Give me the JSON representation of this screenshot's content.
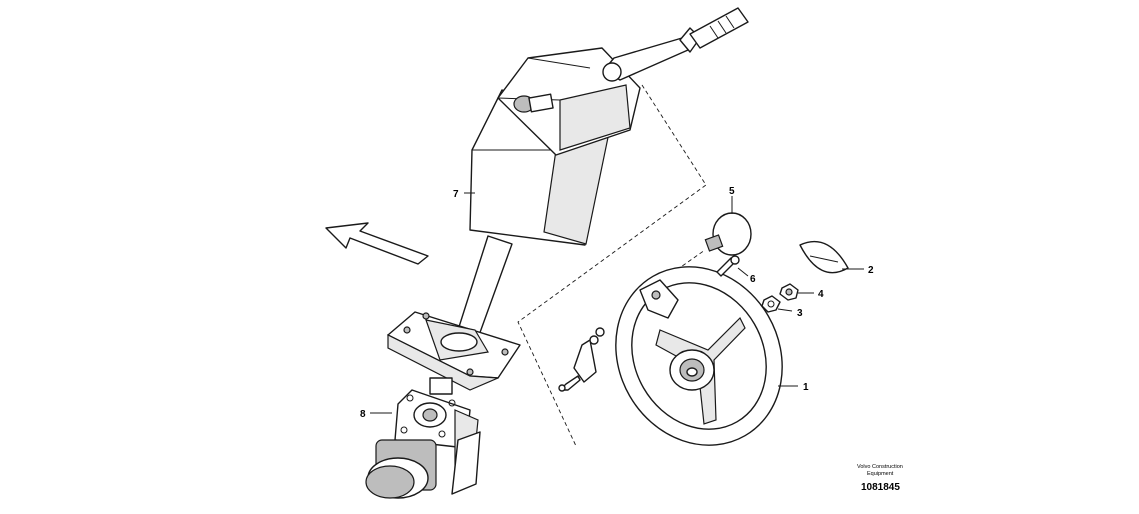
{
  "callouts": {
    "c1": "1",
    "c2": "2",
    "c3": "3",
    "c4": "4",
    "c5": "5",
    "c6": "6",
    "c7": "7",
    "c8": "8"
  },
  "footer": {
    "brand_line1": "Volvo Construction",
    "brand_line2": "Equipment",
    "drawing_number": "1081845"
  },
  "icons": {
    "direction_arrow": "forward-direction-arrow-icon"
  }
}
